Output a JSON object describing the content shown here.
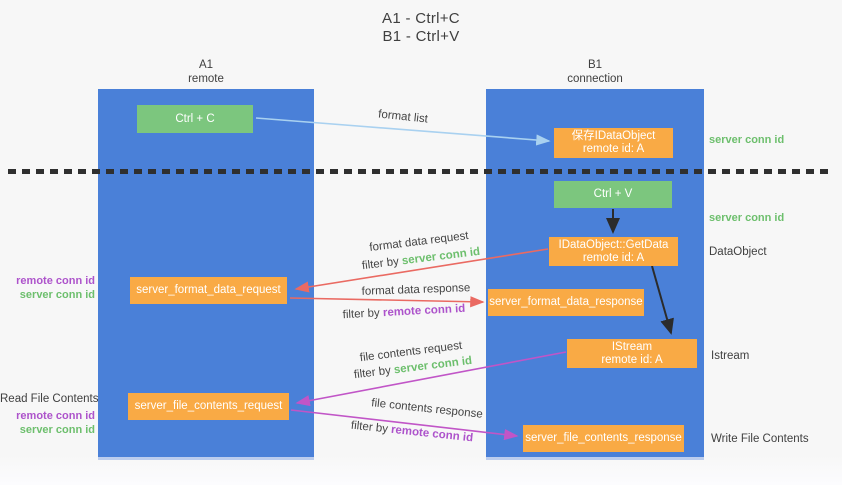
{
  "title": {
    "line1": "A1 - Ctrl+C",
    "line2": "B1 - Ctrl+V"
  },
  "lanes": {
    "a": {
      "title": "A1",
      "subtitle": "remote"
    },
    "b": {
      "title": "B1",
      "subtitle": "connection"
    }
  },
  "boxes": {
    "ctrl_c": "Ctrl + C",
    "ctrl_v": "Ctrl + V",
    "save_idataobject": {
      "line1": "保存IDataObject",
      "line2": "remote id: A"
    },
    "getdata": {
      "line1": "IDataObject::GetData",
      "line2": "remote id: A"
    },
    "istream": {
      "line1": "IStream",
      "line2": "remote id: A"
    },
    "format_request": "server_format_data_request",
    "format_response": "server_format_data_response",
    "file_request": "server_file_contents_request",
    "file_response": "server_file_contents_response"
  },
  "arrow_labels": {
    "format_list": "format list",
    "format_data_request": "format data request",
    "format_data_response": "format data response",
    "file_contents_request": "file contents request",
    "file_contents_response": "file contents response",
    "filter_by": "filter by ",
    "server_conn_id": "server conn id",
    "remote_conn_id": "remote conn id"
  },
  "side_labels": {
    "left_mid": {
      "remote": "remote conn id",
      "server": "server conn id"
    },
    "left_bottom": {
      "title": "Read File Contents",
      "remote": "remote conn id",
      "server": "server conn id"
    },
    "right": {
      "server_conn_top": "server conn id",
      "server_conn_mid": "server conn id",
      "dataobject": "DataObject",
      "istream": "Istream",
      "write_file": "Write File Contents"
    }
  },
  "colors": {
    "lane_blue": "#4a80d8",
    "box_green": "#7cc67e",
    "box_orange": "#f9aa45",
    "arrow_light_blue": "#a9d1f0",
    "arrow_red": "#ea6a62",
    "arrow_magenta": "#c155c7",
    "arrow_black": "#2b2b2b",
    "text_green": "#6dbf6d",
    "text_purple": "#ad53cb",
    "text_dark": "#3f3f3f"
  }
}
